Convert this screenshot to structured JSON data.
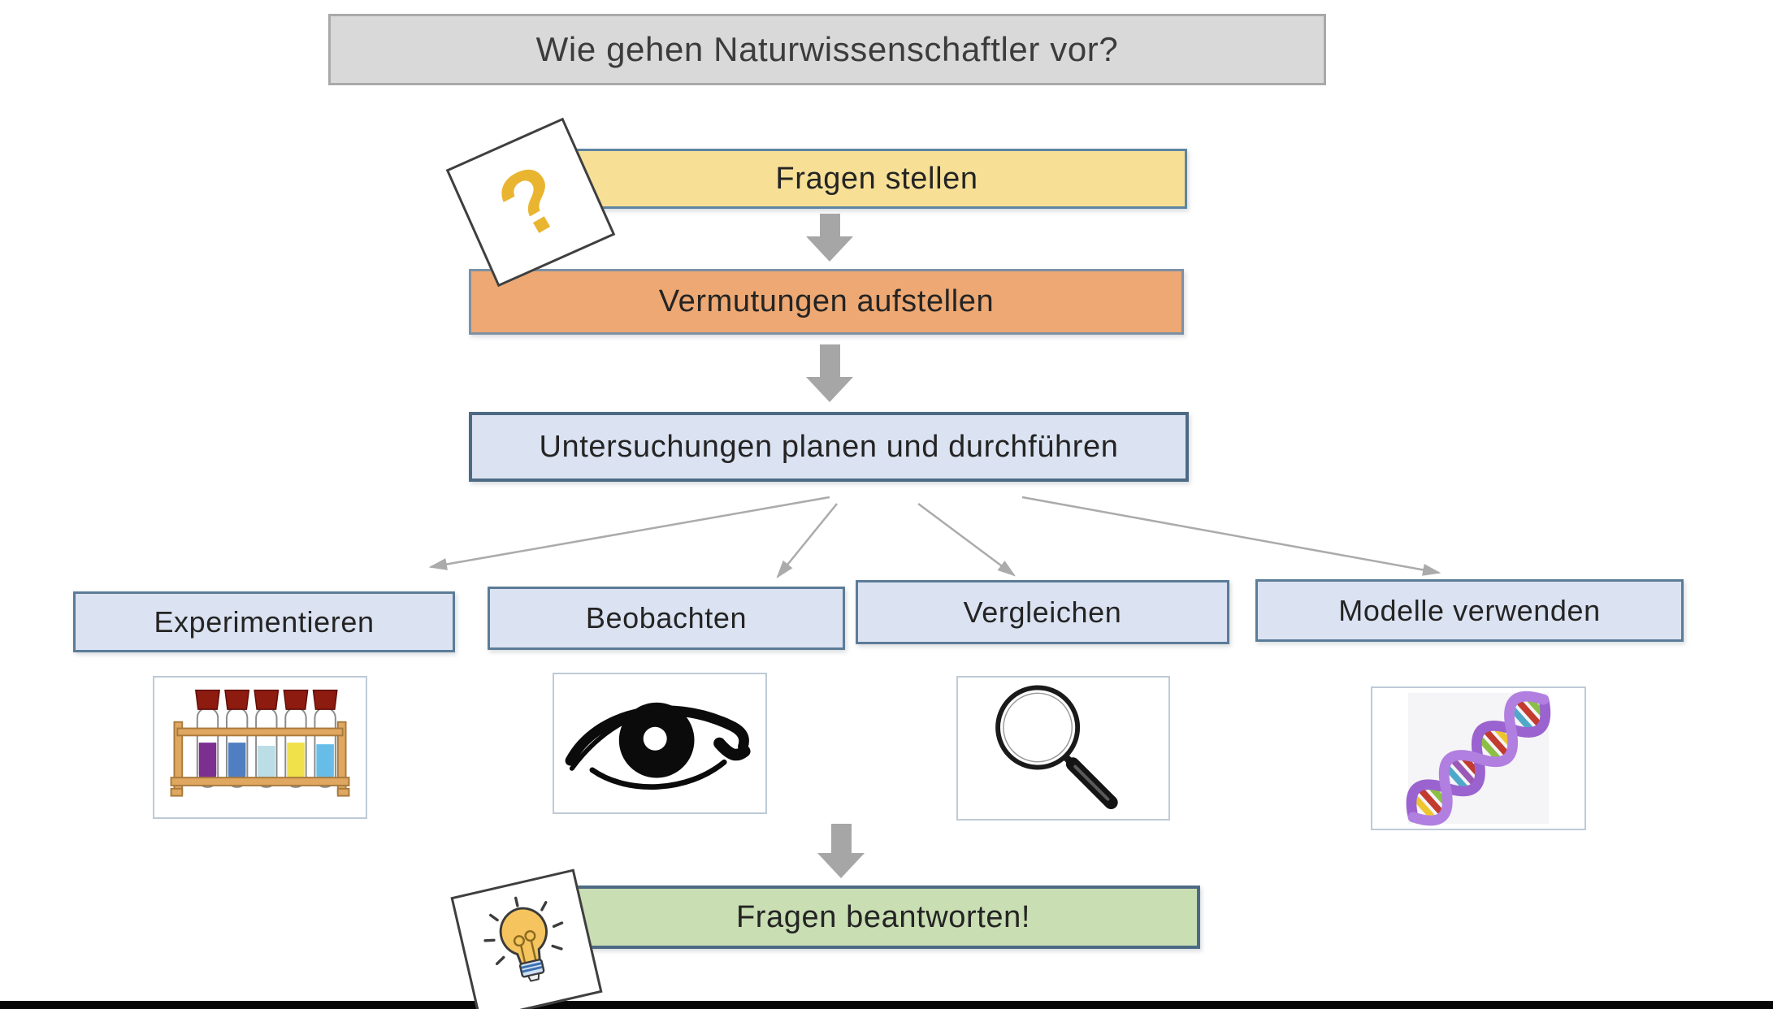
{
  "title": "Wie gehen Naturwissenschaftler vor?",
  "flow": {
    "step1": {
      "label": "Fragen stellen"
    },
    "step2": {
      "label": "Vermutungen aufstellen"
    },
    "step3": {
      "label": "Untersuchungen planen und durchführen"
    },
    "final": {
      "label": "Fragen beantworten!"
    }
  },
  "methods": [
    {
      "label": "Experimentieren",
      "icon": "test-tube-rack-icon"
    },
    {
      "label": "Beobachten",
      "icon": "eye-icon"
    },
    {
      "label": "Vergleichen",
      "icon": "magnifying-glass-icon"
    },
    {
      "label": "Modelle verwenden",
      "icon": "dna-helix-icon"
    }
  ],
  "decorations": {
    "question_card_glyph": "?",
    "lightbulb_icon": "lightbulb-icon"
  },
  "colors": {
    "title_fill": "#D9D9D9",
    "title_border": "#A9A9A9",
    "step1_fill": "#F7E096",
    "step2_fill": "#EDA873",
    "step3_fill": "#DBE2F1",
    "method_fill": "#DBE2F1",
    "final_fill": "#C9DEB3",
    "box_border_blue": "#4D6A84",
    "block_arrow_gray": "#A6A6A6",
    "connector_gray": "#ABABAB",
    "question_mark_gold": "#E9B531"
  }
}
